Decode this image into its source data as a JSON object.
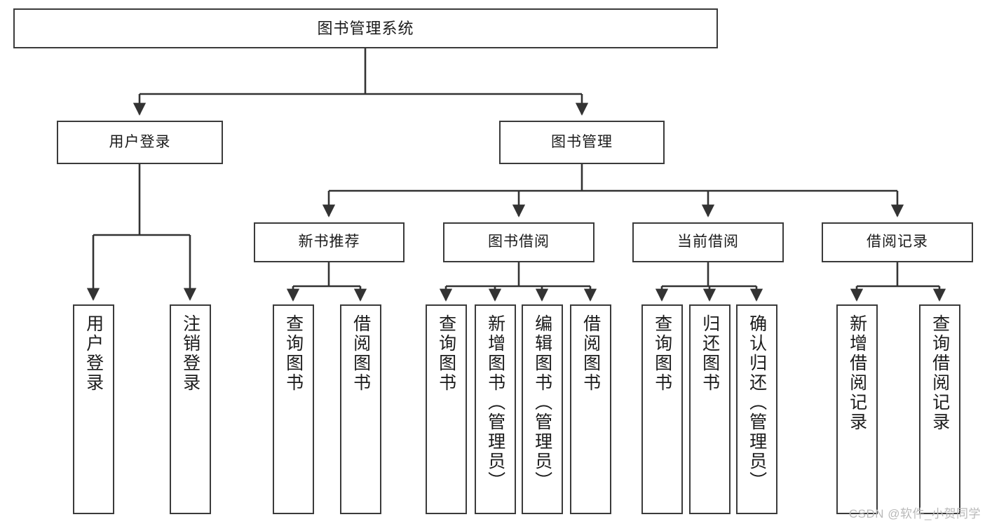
{
  "diagram": {
    "type": "tree",
    "title": "图书管理系统",
    "watermark": "CSDN @软件_小贺同学",
    "colors": {
      "box_border": "#3b3b3b",
      "box_fill": "#ffffff",
      "edge": "#333333",
      "text": "#1b1b1b",
      "watermark": "#b9b9b9",
      "background": "#ffffff"
    },
    "root": {
      "label": "图书管理系统"
    },
    "level2": [
      {
        "label": "用户登录"
      },
      {
        "label": "图书管理"
      }
    ],
    "level3": [
      {
        "label": "新书推荐"
      },
      {
        "label": "图书借阅"
      },
      {
        "label": "当前借阅"
      },
      {
        "label": "借阅记录"
      }
    ],
    "leaves": {
      "user_login": [
        {
          "label": "用户登录"
        },
        {
          "label": "注销登录"
        }
      ],
      "new_book_recommend": [
        {
          "label": "查询图书"
        },
        {
          "label": "借阅图书"
        }
      ],
      "book_borrow": [
        {
          "label": "查询图书"
        },
        {
          "label": "新增图书（管理员）"
        },
        {
          "label": "编辑图书（管理员）"
        },
        {
          "label": "借阅图书"
        }
      ],
      "current_borrow": [
        {
          "label": "查询图书"
        },
        {
          "label": "归还图书"
        },
        {
          "label": "确认归还（管理员）"
        }
      ],
      "borrow_record": [
        {
          "label": "新增借阅记录"
        },
        {
          "label": "查询借阅记录"
        }
      ]
    }
  }
}
